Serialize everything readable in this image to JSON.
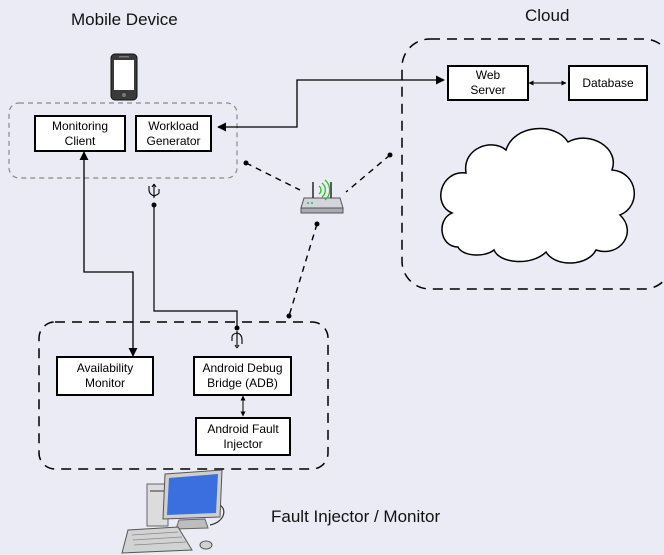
{
  "groups": {
    "mobile_device": "Mobile Device",
    "cloud": "Cloud",
    "fault_injector_monitor": "Fault Injector / Monitor"
  },
  "components": {
    "monitoring_client": [
      "Monitoring",
      "Client"
    ],
    "workload_generator": [
      "Workload",
      "Generator"
    ],
    "web_server": [
      "Web",
      "Server"
    ],
    "database": [
      "Database"
    ],
    "availability_monitor": [
      "Availability",
      "Monitor"
    ],
    "android_debug_bridge": [
      "Android Debug",
      "Bridge (ADB)"
    ],
    "android_fault_injector": [
      "Android Fault",
      "Injector"
    ]
  },
  "icons": {
    "phone": "smartphone-icon",
    "router": "wireless-router-icon",
    "cloud": "cloud-icon",
    "computer": "desktop-computer-icon",
    "usb": "usb-icon"
  },
  "colors": {
    "background": "#ebebf5",
    "line": "#000000",
    "box_fill": "#ffffff",
    "cloud_fill": "#ffffff",
    "group_border_mobile": "#8a8a8a",
    "group_border_other": "#000000",
    "wifi_signal": "#2fbf2f",
    "monitor_blue": "#3b6fe0"
  }
}
